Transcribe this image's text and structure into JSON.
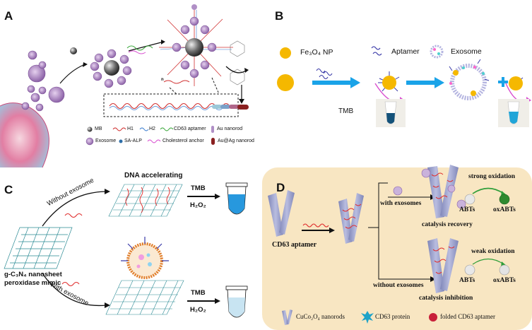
{
  "panels": {
    "A": {
      "label": "A",
      "legend": {
        "mb": "MB",
        "h1": "H1",
        "h2": "H2",
        "cd63_aptamer": "CD63 aptamer",
        "au_nanorod": "Au nanorod",
        "exosome": "Exosome",
        "sa_alp": "SA-ALP",
        "cholesterol_anchor": "Cholesterol anchor",
        "au_ag_nanorod": "Au@Ag nanorod"
      },
      "repeat_n": "n"
    },
    "B": {
      "label": "B",
      "legend": {
        "fe3o4": "Fe₃O₄ NP",
        "aptamer": "Aptamer",
        "exosome": "Exosome"
      },
      "tmb": "TMB"
    },
    "C": {
      "label": "C",
      "dna_accelerating": "DNA accelerating",
      "without_exosome": "Without exosome",
      "with_exosome": "With exosome",
      "nanosheet_line1": "g-C₃N₄ nanosheet",
      "nanosheet_line2": "peroxidase mimic",
      "tmb_top": "TMB",
      "h2o2_top": "H₂O₂",
      "tmb_bottom": "TMB",
      "h2o2_bottom": "H₂O₂"
    },
    "D": {
      "label": "D",
      "cd63_aptamer": "CD63 aptamer",
      "with_exosomes": "with exosomes",
      "catalysis_recovery": "catalysis recovery",
      "strong_oxidation": "strong oxidation",
      "abts_top": "ABTs",
      "oxabts_top": "oxABTs",
      "without_exosomes": "without exosomes",
      "catalysis_inhibition": "catalysis inhibition",
      "weak_oxidation": "weak oxidation",
      "abts_bottom": "ABTs",
      "oxabts_bottom": "oxABTs",
      "legend": {
        "nanorods": "CuCo₂O₄ nanorods",
        "protein": "CD63 protein",
        "folded": "folded CD63 aptamer"
      }
    }
  },
  "colors": {
    "fe3o4_np": "#f5b800",
    "arrow_blue": "#1aa3e8",
    "panel_d_bg": "#f8e6c2",
    "tmb_blue": "#1a7fc0",
    "strand_red": "#e03030",
    "exosome_purple": "#9c7ab8"
  }
}
